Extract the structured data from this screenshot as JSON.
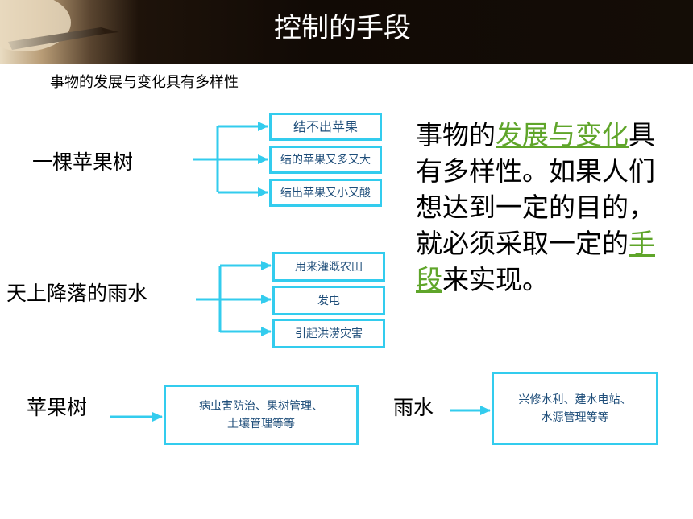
{
  "title": "控制的手段",
  "subtitle": "事物的发展与变化具有多样性",
  "apple_tree_example": {
    "label": "一棵苹果树",
    "outcomes": [
      "结不出苹果",
      "结的苹果又多又大",
      "结出苹果又小又酸"
    ]
  },
  "rain_example": {
    "label": "天上降落的雨水",
    "outcomes": [
      "用来灌溉农田",
      "发电",
      "引起洪涝灾害"
    ]
  },
  "apple_control": {
    "label": "苹果树",
    "means_line1": "病虫害防治、果树管理、",
    "means_line2": "土壤管理等等"
  },
  "rain_control": {
    "label": "雨水",
    "means_line1": "兴修水利、建水电站、",
    "means_line2": "水源管理等等"
  },
  "explanation": {
    "part1": "事物的",
    "highlight1": "发展与变化",
    "part2": "具有多样性。如果人们想达到一定的目的，就必须采取一定的",
    "highlight2": "手段",
    "part3": "来实现。"
  },
  "colors": {
    "arrow": "#33ccee",
    "box_border": "#33ccee",
    "box_text": "#1f4e7a",
    "highlight": "#5fa52a",
    "header_bg": "#140d06"
  }
}
